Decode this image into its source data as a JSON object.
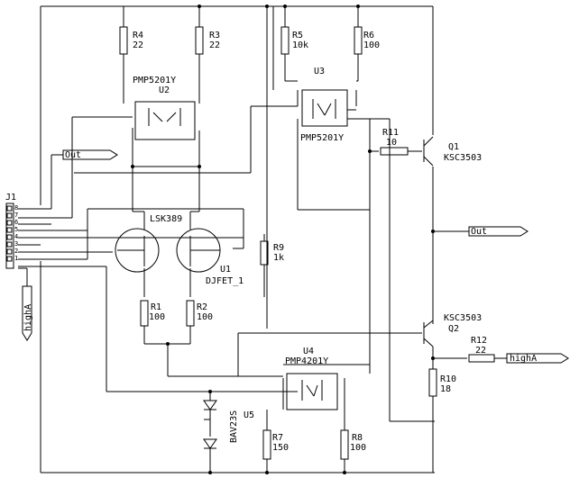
{
  "title": "",
  "connector": {
    "ref": "J1",
    "pins": [
      "8",
      "7",
      "6",
      "5",
      "4",
      "3",
      "2",
      "1"
    ]
  },
  "resistors": [
    {
      "ref": "R4",
      "value": "22"
    },
    {
      "ref": "R3",
      "value": "22"
    },
    {
      "ref": "R5",
      "value": "10k"
    },
    {
      "ref": "R6",
      "value": "100"
    },
    {
      "ref": "R11",
      "value": "10"
    },
    {
      "ref": "R9",
      "value": "1k"
    },
    {
      "ref": "R1",
      "value": "100"
    },
    {
      "ref": "R2",
      "value": "100"
    },
    {
      "ref": "R12",
      "value": "22"
    },
    {
      "ref": "R10",
      "value": "18"
    },
    {
      "ref": "R7",
      "value": "150"
    },
    {
      "ref": "R8",
      "value": "100"
    }
  ],
  "ics": [
    {
      "ref": "U2",
      "part": "PMP5201Y"
    },
    {
      "ref": "U3",
      "part": "PMP5201Y"
    },
    {
      "ref": "U1",
      "part": "DJFET_1",
      "type": "LSK389"
    },
    {
      "ref": "U4",
      "part": "PMP4201Y"
    },
    {
      "ref": "U5",
      "part": "BAV23S"
    }
  ],
  "transistors": [
    {
      "ref": "Q1",
      "part": "KSC3503"
    },
    {
      "ref": "Q2",
      "part": "KSC3503"
    }
  ],
  "ports": [
    {
      "name": "Out"
    },
    {
      "name": "Out"
    },
    {
      "name": "highA"
    },
    {
      "name": "highA"
    }
  ],
  "colors": {
    "ink": "#000000",
    "background": "#ffffff"
  }
}
